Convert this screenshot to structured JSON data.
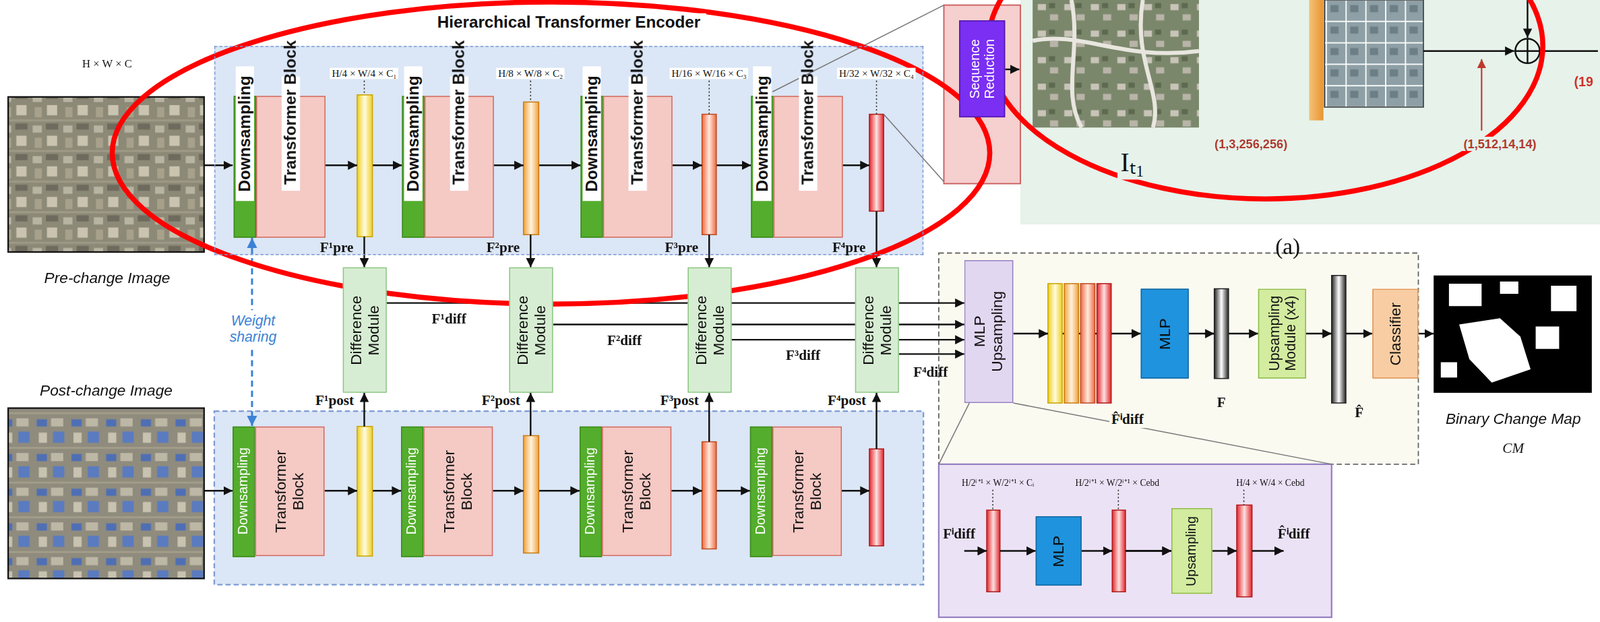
{
  "diagram": {
    "nodes": [
      {
        "text": [
          "Hierarchical Transformer Encoder"
        ]
      },
      {
        "text": [
          "Downsampling"
        ],
        "in": 0
      },
      {
        "text": [
          "Transformer Block"
        ],
        "in": 0
      },
      {
        "text": [
          "Downsampling"
        ],
        "in": 0
      },
      {
        "text": [
          "Transformer Block"
        ],
        "in": 0
      },
      {
        "text": [
          "Downsampling"
        ],
        "in": 0
      },
      {
        "text": [
          "Transformer Block"
        ],
        "in": 0
      },
      {
        "text": [
          "Downsampling"
        ],
        "in": 0
      },
      {
        "text": [
          "Transformer Block"
        ],
        "in": 0
      },
      {
        "text": [
          "Sequence Reduction"
        ]
      },
      {
        "text": [
          "Difference Module"
        ]
      },
      {
        "text": [
          "Difference Module"
        ]
      },
      {
        "text": [
          "Difference Module"
        ]
      },
      {
        "text": [
          "Difference Module"
        ]
      },
      {
        "text": [
          "Downsampling"
        ]
      },
      {
        "text": [
          "Transformer Block"
        ]
      },
      {
        "text": [
          "Downsampling"
        ]
      },
      {
        "text": [
          "Transformer Block"
        ]
      },
      {
        "text": [
          "Downsampling"
        ]
      },
      {
        "text": [
          "Transformer Block"
        ]
      },
      {
        "text": [
          "Downsampling"
        ]
      },
      {
        "text": [
          "Transformer Block"
        ]
      },
      {
        "text": [
          "MLP Upsampling"
        ]
      },
      {
        "text": [
          "MLP"
        ]
      },
      {
        "text": [
          "Upsampling Module (x4)"
        ]
      },
      {
        "text": [
          "Classifier"
        ]
      },
      {
        "text": [
          "MLP"
        ]
      },
      {
        "text": [
          "Upsampling"
        ]
      }
    ],
    "edges": [
      {
        "from": 2,
        "to": 3,
        "arrow": "to"
      },
      {
        "from": 4,
        "to": 5,
        "arrow": "to"
      },
      {
        "from": 6,
        "to": 7,
        "arrow": "to"
      },
      {
        "from": 15,
        "to": 16,
        "arrow": "to"
      },
      {
        "from": 17,
        "to": 18,
        "arrow": "to"
      },
      {
        "from": 19,
        "to": 20,
        "arrow": "to"
      },
      {
        "from": 1,
        "to": 14,
        "arrow": "both"
      },
      {
        "from": 10,
        "to": 22,
        "label": "F¹diff",
        "arrow": "to"
      },
      {
        "from": 11,
        "to": 22,
        "label": "F²diff",
        "arrow": "to"
      },
      {
        "from": 12,
        "to": 22,
        "label": "F³diff",
        "arrow": "to"
      },
      {
        "from": 13,
        "to": 22,
        "label": "F⁴diff",
        "arrow": "to"
      },
      {
        "from": 22,
        "to": 23,
        "arrow": "to"
      },
      {
        "from": 23,
        "to": 24,
        "arrow": "to"
      },
      {
        "from": 24,
        "to": 25,
        "arrow": "to"
      },
      {
        "from": 26,
        "to": 27,
        "arrow": "to"
      }
    ],
    "labels": [
      "H × W × C",
      "Pre-change Image",
      "Weight sharing",
      "Post-change Image",
      "H/4 × W/4 × C₁",
      "H/8 × W/8 × C₂",
      "H/16 × W/16 × C₃",
      "H/32 × W/32 × C₄",
      "F¹pre",
      "F²pre",
      "F³pre",
      "F⁴pre",
      "F¹post",
      "F²post",
      "F³post",
      "F⁴post",
      "F̂ⁱdiff",
      "F",
      "F̂",
      "Binary Change Map",
      "CM",
      "H/2ⁱ⁺¹ × W/2ⁱ⁺¹ × Cᵢ",
      "H/2ⁱ⁺¹ × W/2ⁱ⁺¹ × Cebd",
      "H/4 × W/4 × Cebd",
      "Fⁱdiff",
      "F̂ⁱdiff",
      "Iₜ₁",
      "(1,3,256,256)",
      "(1,512,14,14)",
      "(19",
      "(a)"
    ]
  }
}
